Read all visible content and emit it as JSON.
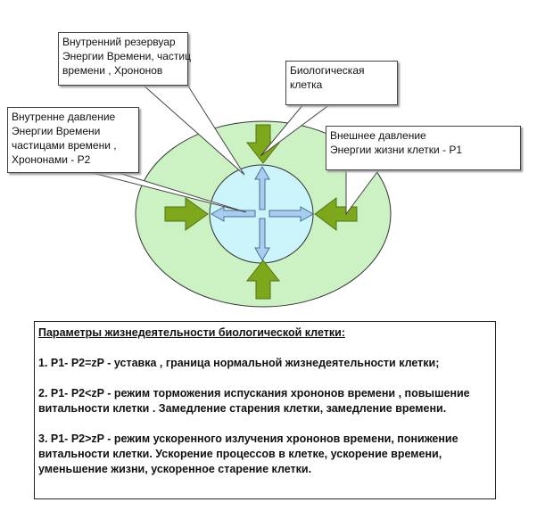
{
  "callouts": {
    "reservoir": [
      "Внутренний резервуар",
      "Энергии Времени,  частиц",
      "времени , Хрононов"
    ],
    "cell": [
      "Биологическая",
      "клетка"
    ],
    "inner_pressure": [
      "Внутренне давление",
      "Энергии Времени",
      "частицами времени ,",
      "Хрононами - P2"
    ],
    "outer_pressure": [
      "Внешнее давление",
      "Энергии жизни клетки - P1"
    ]
  },
  "params": {
    "title": "Параметры жизнедеятельности биологической клетки:",
    "items": [
      "1. P1- P2=zP - уставка , граница нормальной жизнедеятельности клетки;",
      "2. P1- P2<zP - режим торможения испускания хрононов времени , повышение витальности клетки . Замедление старения клетки, замедление времени.",
      "3. P1- P2>zP - режим ускоренного излучения хрононов времени, понижение витальности клетки. Ускорение процессов в клетке, ускорение времени, уменьшение жизни,  ускоренное старение  клетки."
    ]
  },
  "colors": {
    "outer_cell": "#ccf2c4",
    "inner_core": "#ccf4fb",
    "green_arrow": "#7ea81c",
    "blue_arrow": "#a7cdef"
  }
}
